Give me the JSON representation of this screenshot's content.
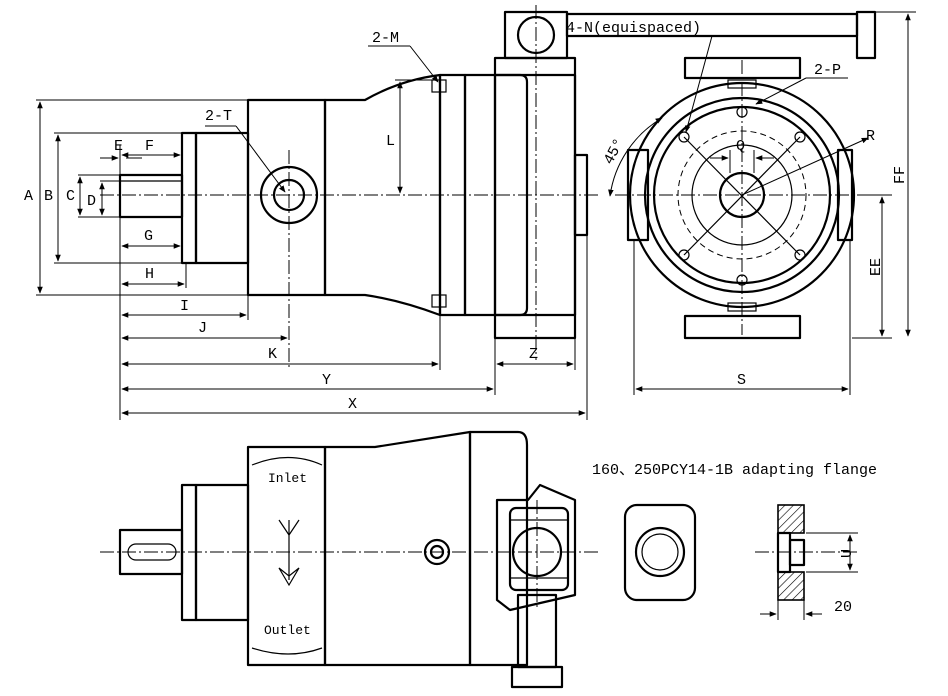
{
  "dimension_labels": {
    "A": "A",
    "B": "B",
    "C": "C",
    "D": "D",
    "E": "E",
    "F": "F",
    "G": "G",
    "H": "H",
    "I": "I",
    "J": "J",
    "K": "K",
    "Y": "Y",
    "X": "X",
    "Z": "Z",
    "L": "L",
    "S": "S",
    "R": "R",
    "Q": "Q",
    "EE": "EE",
    "FF": "FF",
    "two_T": "2-T",
    "two_M": "2-M",
    "two_P": "2-P",
    "four_N": "4-N(equispaced)",
    "angle": "45°",
    "U": "U",
    "twenty": "20"
  },
  "port_labels": {
    "inlet": "Inlet",
    "outlet": "Outlet"
  },
  "flange_caption": "160、250PCY14-1B adapting flange",
  "colors": {
    "line": "#000000",
    "background": "#ffffff"
  }
}
